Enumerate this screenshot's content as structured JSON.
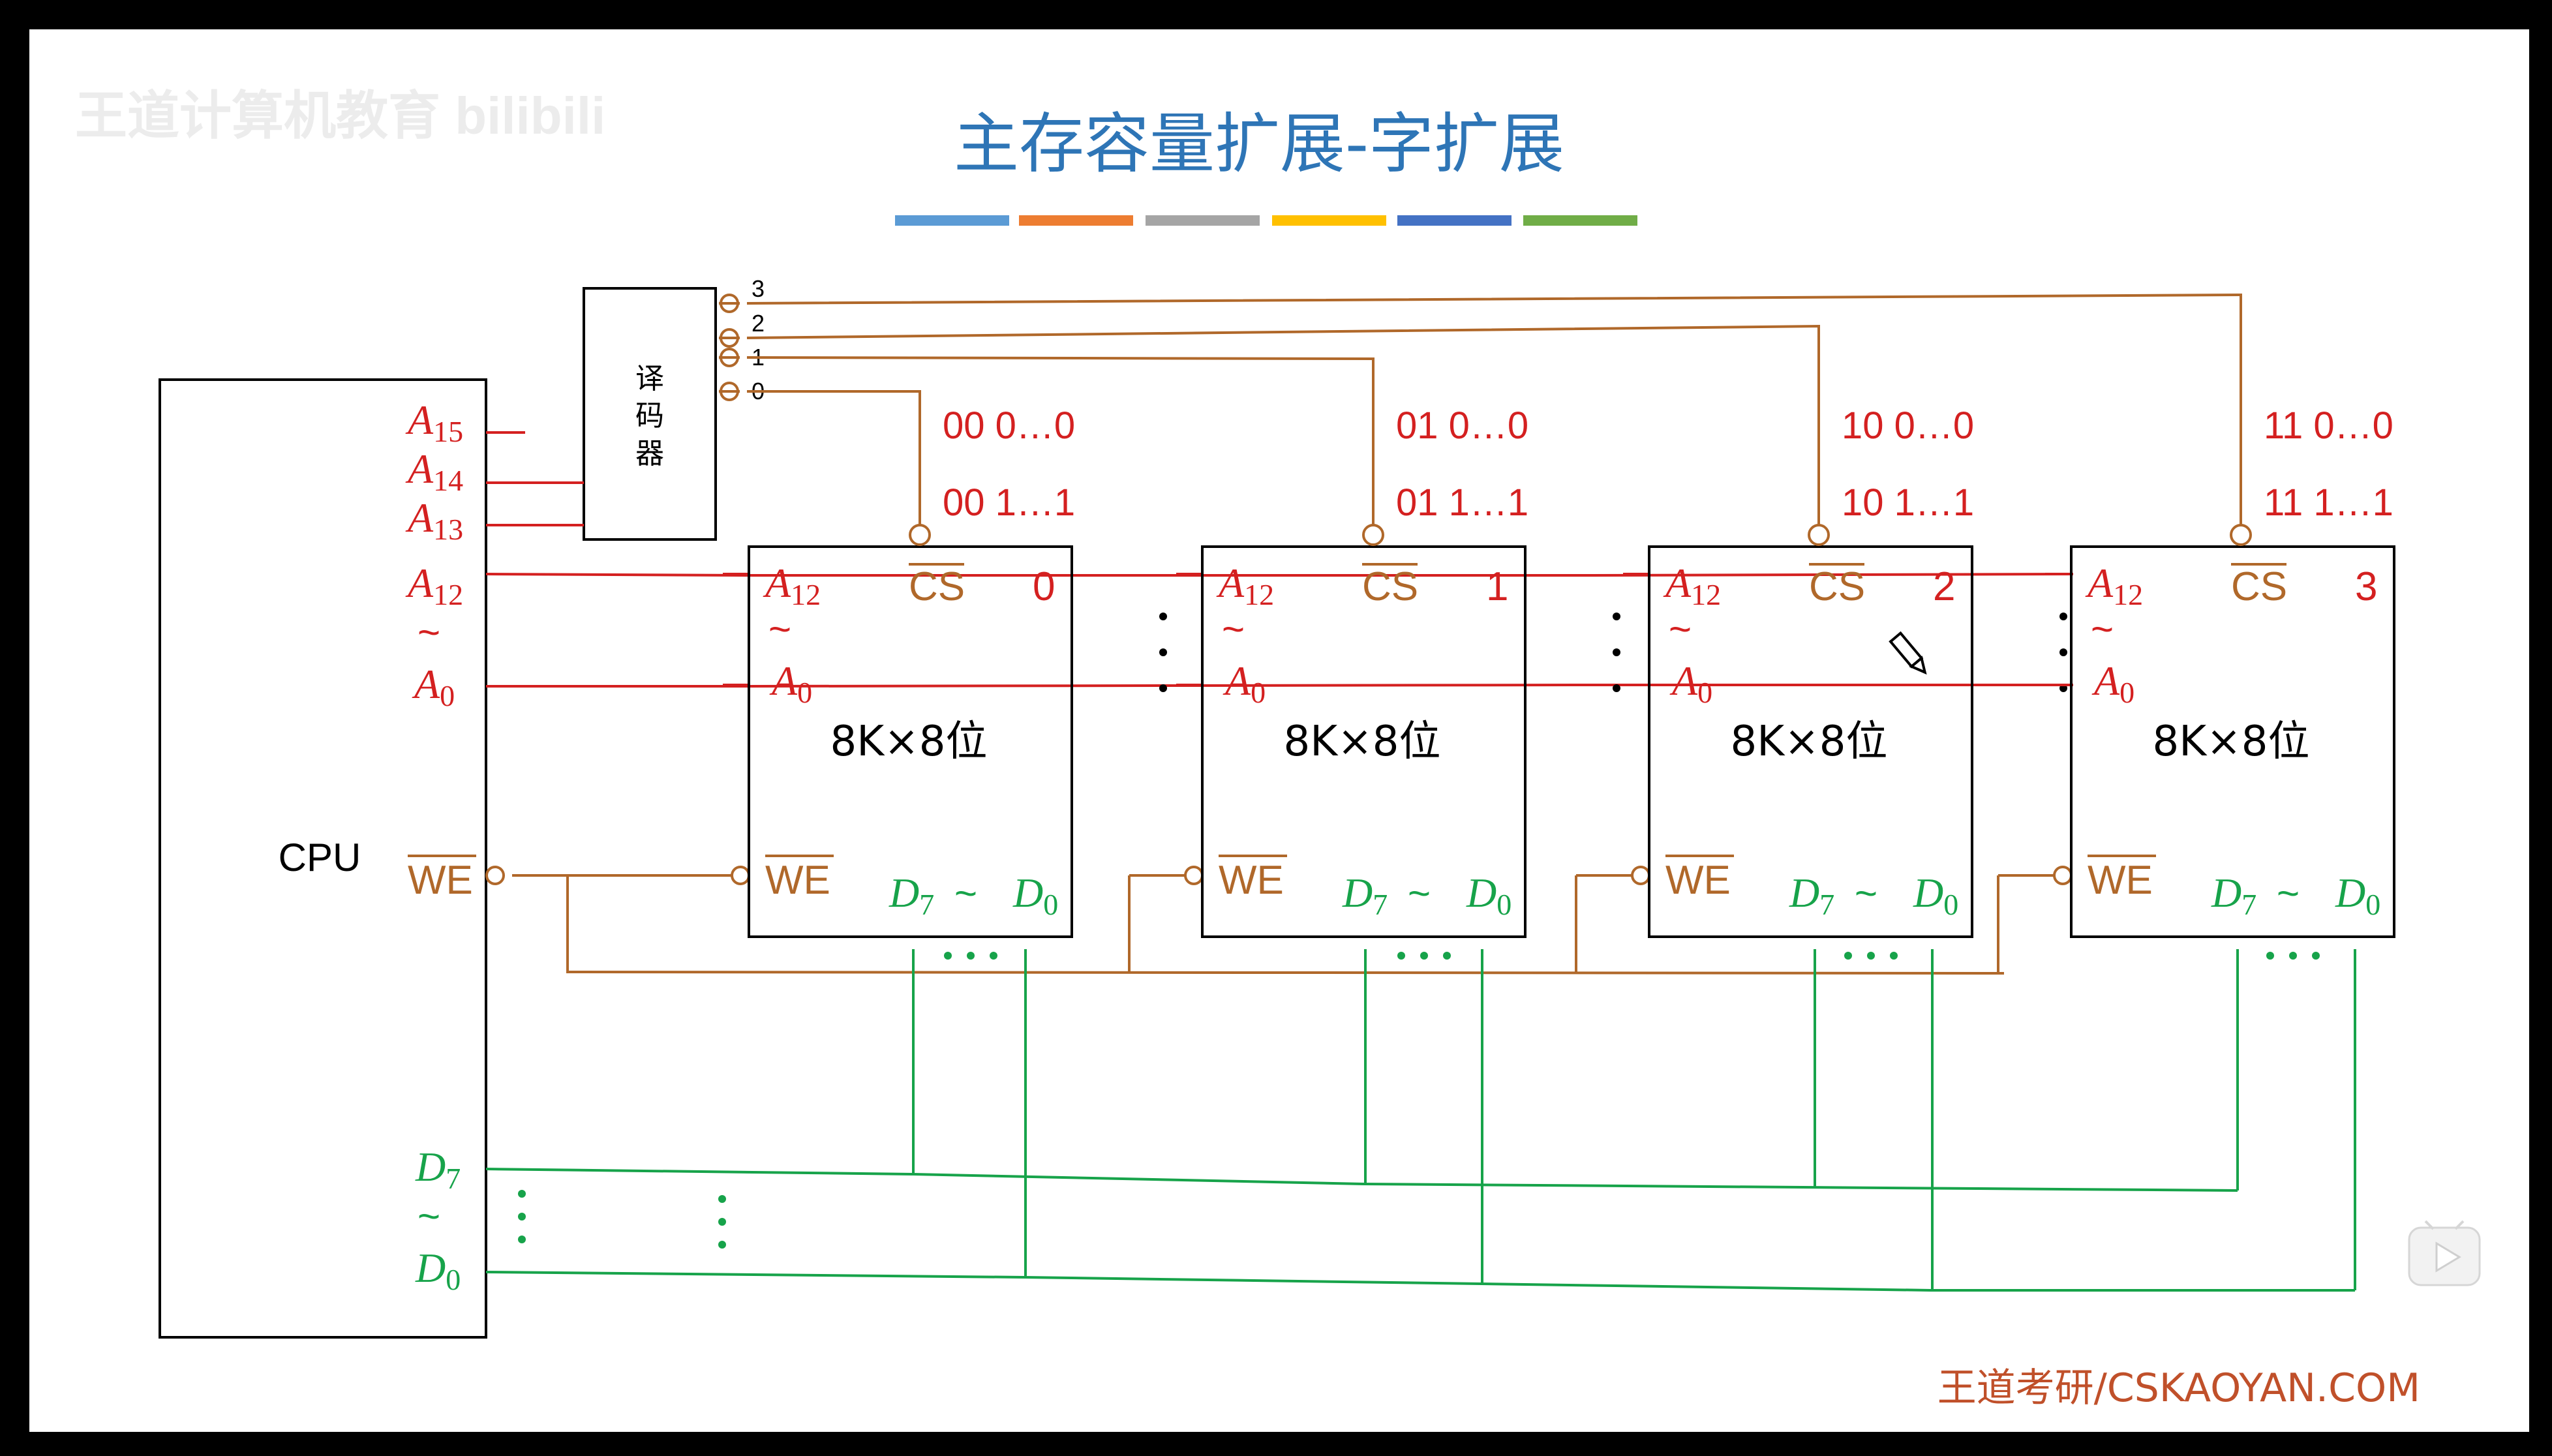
{
  "slide": {
    "title": "主存容量扩展-字扩展",
    "watermark": "王道计算机教育 bilibili",
    "footer": "王道考研/CSKAOYAN.COM",
    "title_bar_colors": [
      "#5b9bd5",
      "#ed7d31",
      "#a5a5a5",
      "#ffc000",
      "#4472c4",
      "#70ad47"
    ]
  },
  "colors": {
    "red": "#d42020",
    "brown": "#b0682a",
    "green": "#17a34a",
    "line": "#000000"
  },
  "cpu": {
    "label": "CPU",
    "pins": {
      "a15": "A15",
      "a14": "A14",
      "a13": "A13",
      "a12": "A12",
      "tilde": "~",
      "a0": "A0",
      "we": "WE",
      "d7": "D7",
      "d0": "D0"
    }
  },
  "decoder": {
    "label_lines": [
      "译",
      "码",
      "器"
    ],
    "outputs": [
      "3",
      "2",
      "1",
      "0"
    ]
  },
  "chips": [
    {
      "index": "0",
      "size": "8K×8位",
      "addr_low": "00 0…0",
      "addr_high": "00 1…1"
    },
    {
      "index": "1",
      "size": "8K×8位",
      "addr_low": "01 0…0",
      "addr_high": "01 1…1"
    },
    {
      "index": "2",
      "size": "8K×8位",
      "addr_low": "10 0…0",
      "addr_high": "10 1…1"
    },
    {
      "index": "3",
      "size": "8K×8位",
      "addr_low": "11 0…0",
      "addr_high": "11 1…1"
    }
  ],
  "chip_pins": {
    "a12": "A12",
    "tilde": "~",
    "a0": "A0",
    "cs": "CS",
    "we": "WE",
    "data": "D7 ~ D0"
  },
  "icons": [
    "pencil-cursor-icon",
    "play-icon"
  ]
}
